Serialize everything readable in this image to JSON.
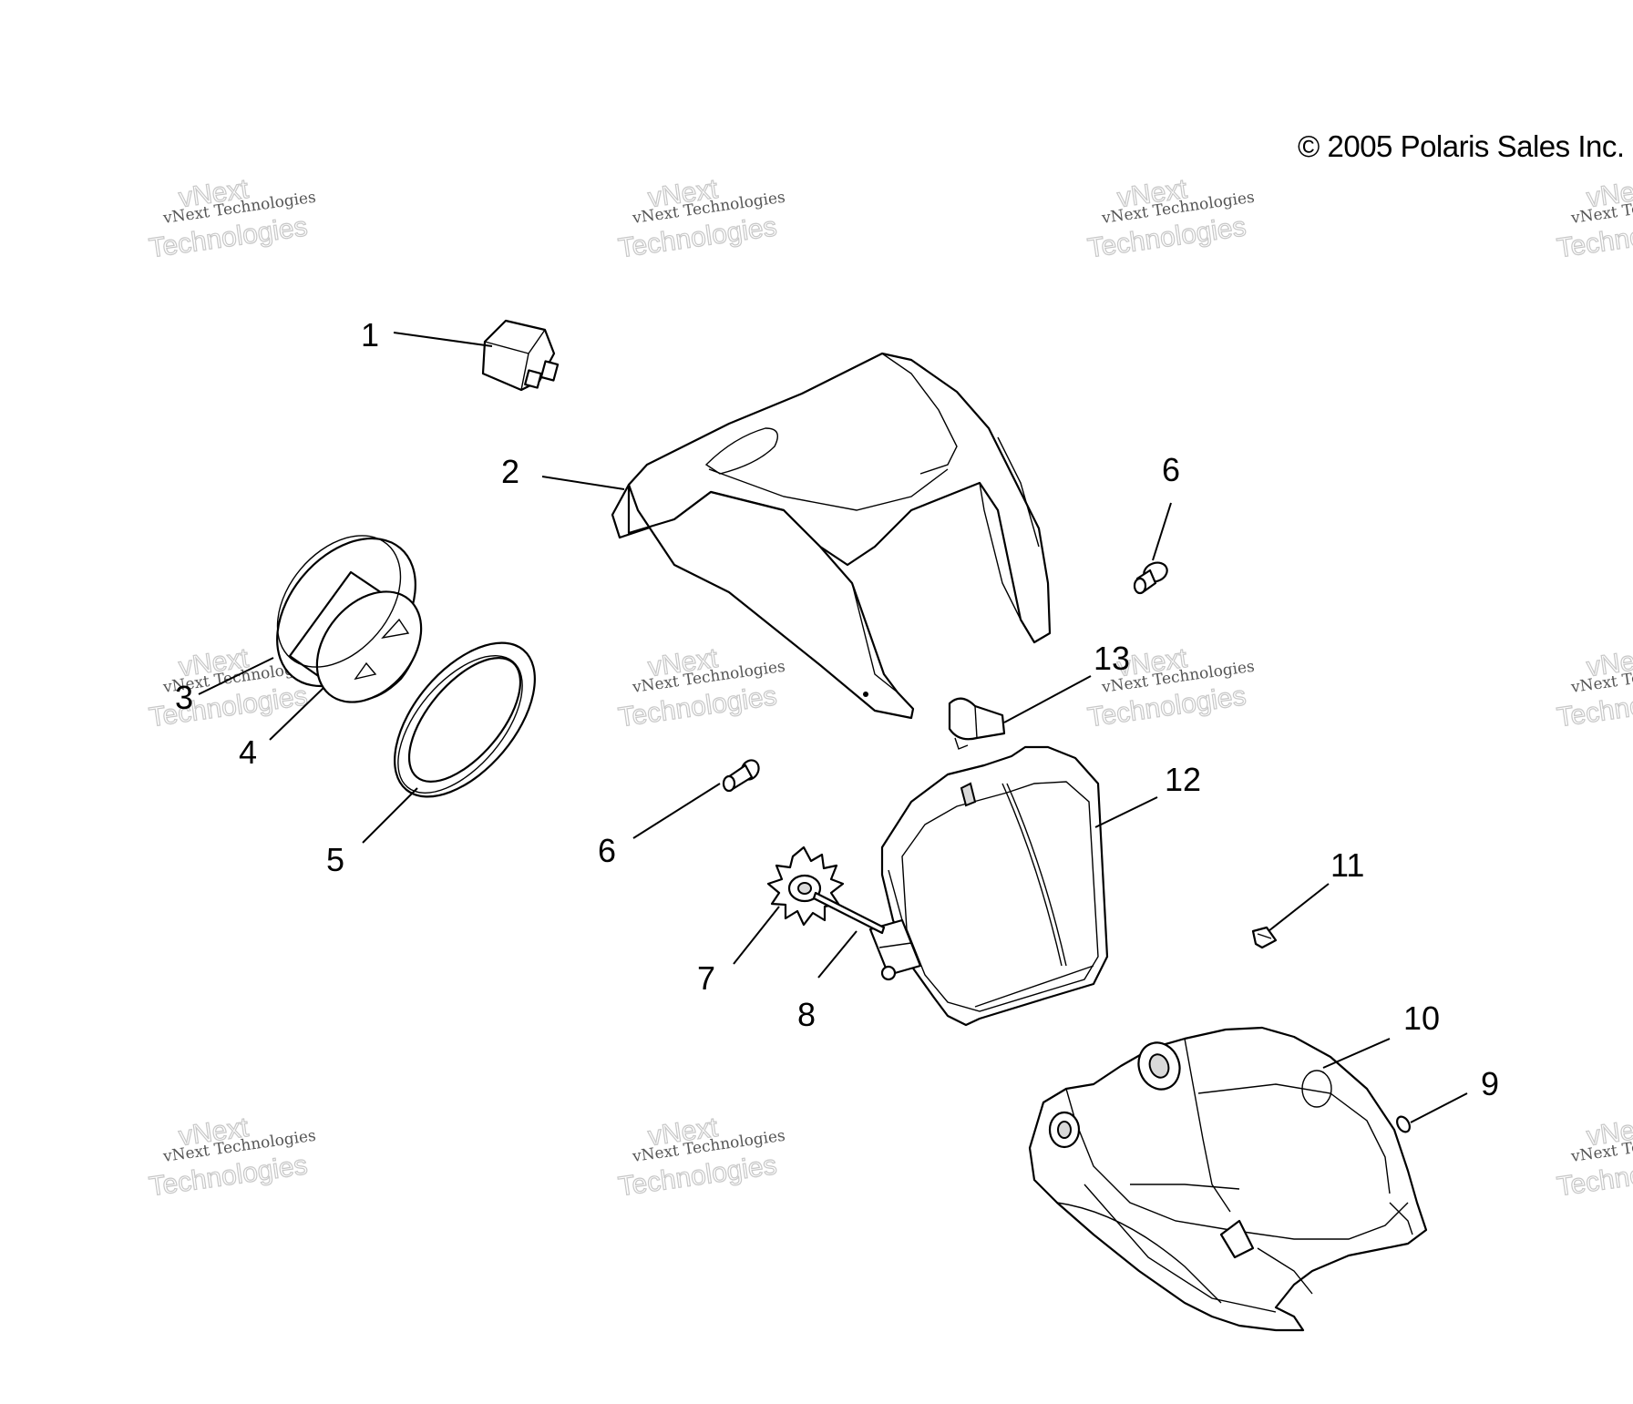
{
  "copyright": "© 2005 Polaris Sales Inc.",
  "watermark": {
    "line1": "vNext Technologies",
    "line2": "vNext",
    "line3": "Technologies"
  },
  "callouts": [
    {
      "id": "1",
      "label": "1"
    },
    {
      "id": "2",
      "label": "2"
    },
    {
      "id": "3",
      "label": "3"
    },
    {
      "id": "4",
      "label": "4"
    },
    {
      "id": "5",
      "label": "5"
    },
    {
      "id": "6a",
      "label": "6"
    },
    {
      "id": "6b",
      "label": "6"
    },
    {
      "id": "7",
      "label": "7"
    },
    {
      "id": "8",
      "label": "8"
    },
    {
      "id": "9",
      "label": "9"
    },
    {
      "id": "10",
      "label": "10"
    },
    {
      "id": "11",
      "label": "11"
    },
    {
      "id": "12",
      "label": "12"
    },
    {
      "id": "13",
      "label": "13"
    }
  ]
}
